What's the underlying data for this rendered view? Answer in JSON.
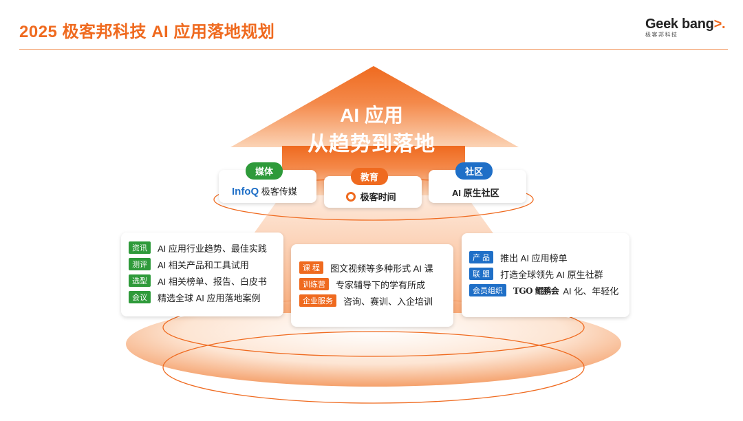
{
  "header": {
    "title": "2025 极客邦科技 AI 应用落地规划",
    "logo_main_a": "Gee",
    "logo_main_b": "k bang",
    "logo_accent": ">.",
    "logo_sub": "极客邦科技"
  },
  "center": {
    "line1": "AI 应用",
    "line2": "从趋势到落地"
  },
  "pillars": {
    "media": {
      "badge": "媒体",
      "brand": "InfoQ",
      "text": "极客传媒"
    },
    "education": {
      "badge": "教育",
      "text": "极客时间"
    },
    "community": {
      "badge": "社区",
      "text": "AI 原生社区"
    }
  },
  "media_list": [
    {
      "tag": "资讯",
      "text": "AI 应用行业趋势、最佳实践"
    },
    {
      "tag": "测评",
      "text": "AI 相关产品和工具试用"
    },
    {
      "tag": "选型",
      "text": "AI 相关榜单、报告、白皮书"
    },
    {
      "tag": "会议",
      "text": "精选全球 AI 应用落地案例"
    }
  ],
  "edu_list": [
    {
      "tag": "课 程",
      "text": "图文视频等多种形式 AI 课"
    },
    {
      "tag": "训练营",
      "text": "专家辅导下的学有所成"
    },
    {
      "tag": "企业服务",
      "text": "咨询、赛训、入企培训"
    }
  ],
  "comm_list": [
    {
      "tag": "产 品",
      "text": "推出 AI 应用榜单"
    },
    {
      "tag": "联 盟",
      "text": "打造全球领先 AI 原生社群"
    },
    {
      "tag": "会员组织",
      "brand": "TGO 鲲鹏会",
      "text": "AI 化、年轻化"
    }
  ],
  "colors": {
    "accent": "#ef6a1f",
    "green": "#2e9a3a",
    "blue": "#1f6fc7"
  }
}
